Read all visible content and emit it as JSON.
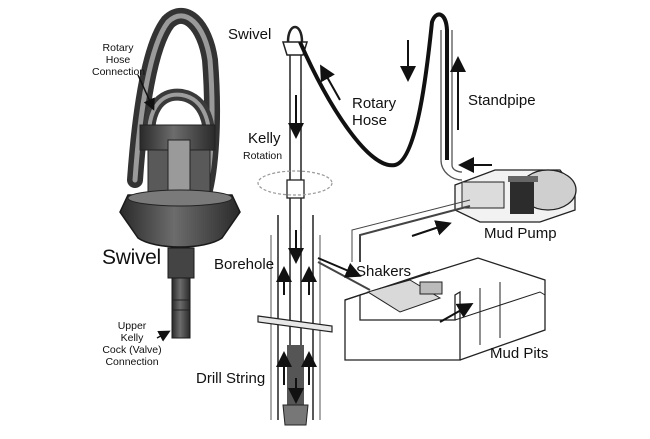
{
  "labels": {
    "rotary_hose_connection": "Rotary\nHose\nConnection",
    "swivel_large": "Swivel",
    "upper_kelly_cock": "Upper\nKelly\nCock (Valve)\nConnection",
    "swivel_top": "Swivel",
    "kelly_rotation_title": "Kelly",
    "kelly_rotation_sub": "Rotation",
    "borehole": "Borehole",
    "drill_string": "Drill String",
    "rotary_hose": "Rotary\nHose",
    "standpipe": "Standpipe",
    "mud_pump": "Mud Pump",
    "shakers": "Shakers",
    "mud_pits": "Mud Pits"
  },
  "colors": {
    "ink": "#111111",
    "swivel_body": "#3a3a3a",
    "swivel_light": "#8a8a8a",
    "background": "#ffffff"
  }
}
